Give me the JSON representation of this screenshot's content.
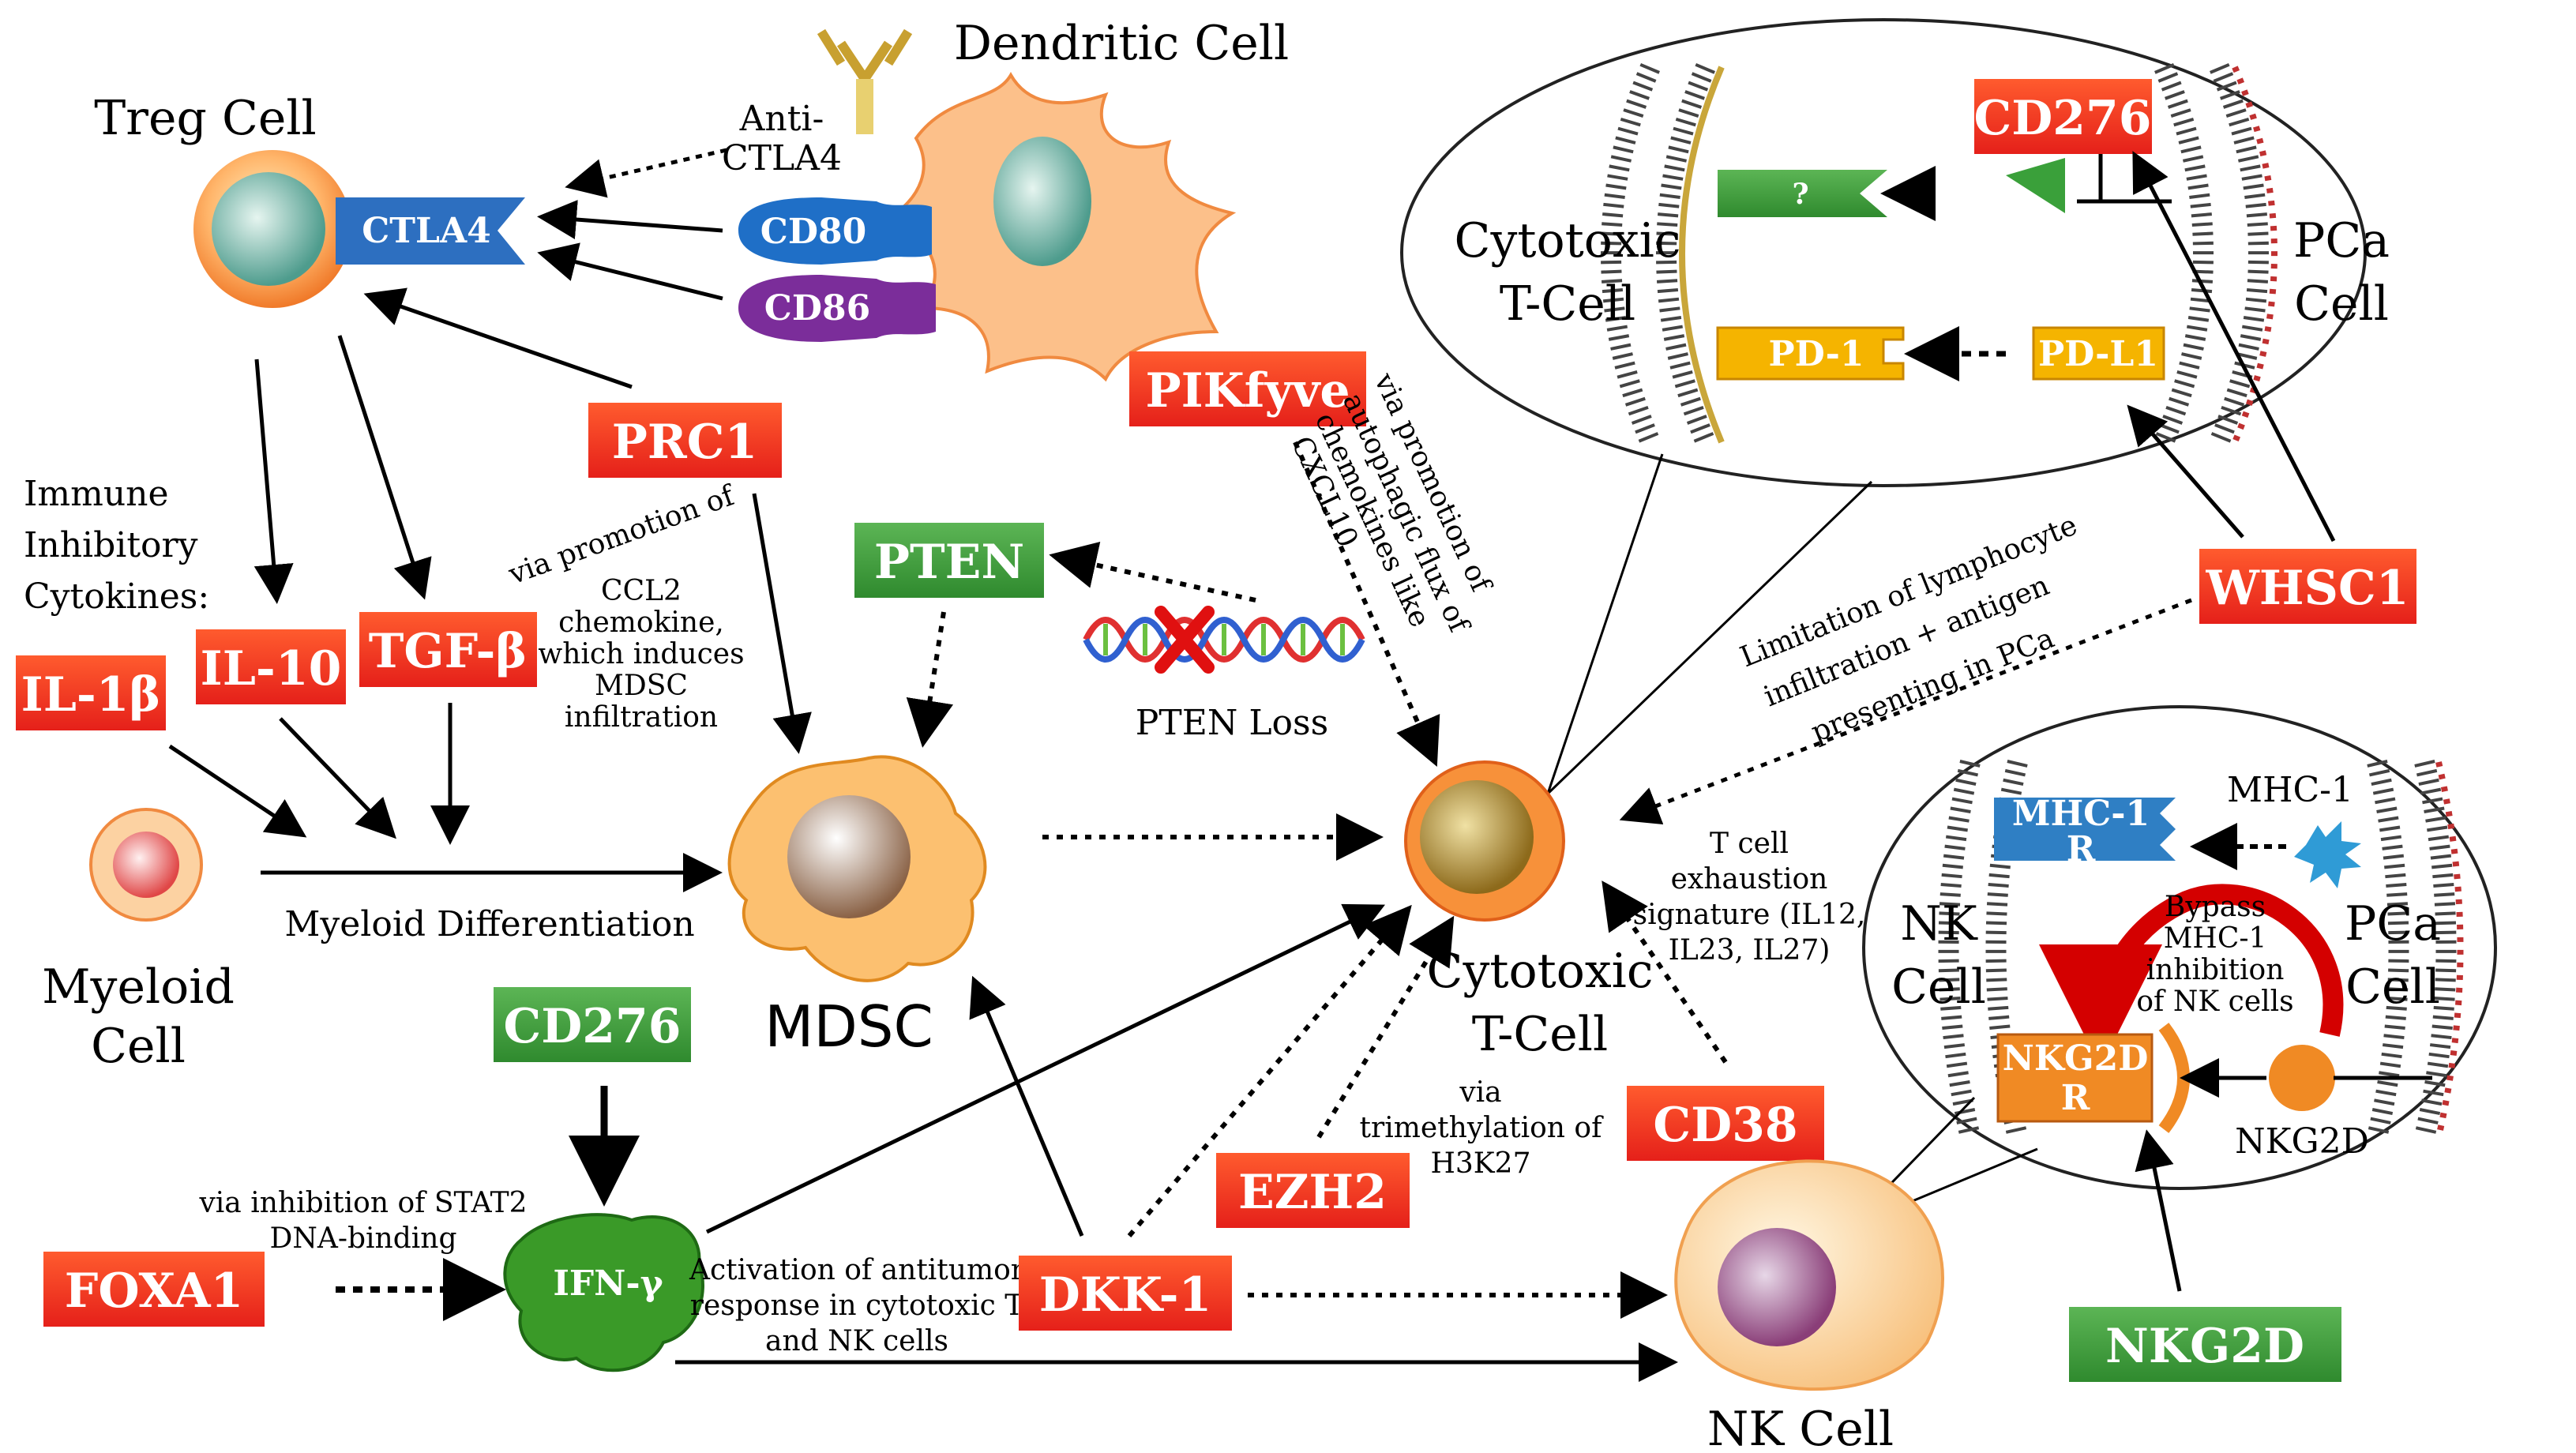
{
  "cells": {
    "treg": "Treg Cell",
    "dendritic": "Dendritic Cell",
    "myeloid_line1": "Myeloid",
    "myeloid_line2": "Cell",
    "mdsc": "MDSC",
    "cytotoxic_line1": "Cytotoxic",
    "cytotoxic_line2": "T-Cell",
    "nk": "NK Cell",
    "inset_top_left_line1": "Cytotoxic",
    "inset_top_left_line2": "T-Cell",
    "inset_top_right_line1": "PCa",
    "inset_top_right_line2": "Cell",
    "inset_bottom_left_line1": "NK",
    "inset_bottom_left_line2": "Cell",
    "inset_bottom_right_line1": "PCa",
    "inset_bottom_right_line2": "Cell"
  },
  "receptors": {
    "ctla4": "CTLA4",
    "cd80": "CD80",
    "cd86": "CD86",
    "pd1": "PD-1",
    "pdl1": "PD-L1",
    "question": "?",
    "mhc1r_line1": "MHC-1",
    "mhc1r_line2": "R",
    "mhc1": "MHC-1",
    "nkg2dr_line1": "NKG2D",
    "nkg2dr_line2": "R",
    "nkg2d_ligand": "NKG2D",
    "ifn": "IFN-γ"
  },
  "factors_red": {
    "pikfyve": "PIKfyve",
    "prc1": "PRC1",
    "il1b": "IL-1β",
    "il10": "IL-10",
    "tgfb": "TGF-β",
    "cd276_top": "CD276",
    "whsc1": "WHSC1",
    "foxa1": "FOXA1",
    "dkk1": "DKK-1",
    "ezh2": "EZH2",
    "cd38": "CD38"
  },
  "factors_green": {
    "pten": "PTEN",
    "cd276": "CD276",
    "nkg2d": "NKG2D"
  },
  "annotations": {
    "anti_ctla4_line1": "Anti-",
    "anti_ctla4_line2": "CTLA4",
    "immune_line1": "Immune",
    "immune_line2": "Inhibitory",
    "immune_line3": "Cytokines:",
    "myeloid_diff": "Myeloid Differentiation",
    "ccl2_line1": "via promotion of",
    "ccl2_line2": "CCL2",
    "ccl2_line3": "chemokine,",
    "ccl2_line4": "which induces",
    "ccl2_line5": "MDSC",
    "ccl2_line6": "infiltration",
    "pten_loss": "PTEN Loss",
    "autophagic_line1": "via promotion of",
    "autophagic_line2": "autophagic flux of",
    "autophagic_line3": "chemokines like",
    "autophagic_line4": "CXCL10",
    "limitation_line1": "Limitation of lymphocyte",
    "limitation_line2": "infiltration + antigen",
    "limitation_line3": "presenting in PCa",
    "exhaustion_line1": "T cell",
    "exhaustion_line2": "exhaustion",
    "exhaustion_line3": "signature (IL12,",
    "exhaustion_line4": "IL23, IL27)",
    "bypass_line1": "Bypass",
    "bypass_line2": "MHC-1",
    "bypass_line3": "inhibition",
    "bypass_line4": "of NK cells",
    "stat2_line1": "via inhibition of STAT2",
    "stat2_line2": "DNA-binding",
    "activation_line1": "Activation of antitumor",
    "activation_line2": "response in cytotoxic T",
    "activation_line3": "and NK cells",
    "trimeth_line1": "via",
    "trimeth_line2": "trimethylation of",
    "trimeth_line3": "H3K27"
  },
  "colors": {
    "red_box": "#f0331c",
    "green_box": "#3f9b3a",
    "ctla4": "#2d6fc0",
    "cd80": "#1f6fc7",
    "cd86": "#7b2d9a",
    "gold": "#f5b400",
    "green_receptor": "#3aa03a",
    "mhc_blue": "#2f7fc4",
    "nkg2d_orange": "#f08a24"
  }
}
